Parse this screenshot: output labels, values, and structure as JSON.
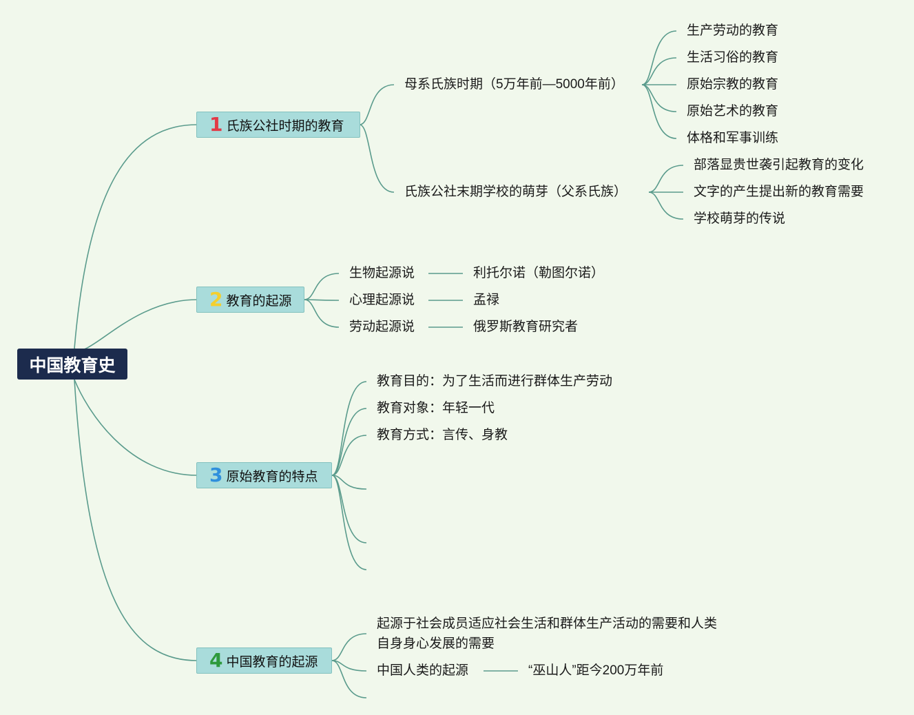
{
  "root": {
    "label": "中国教育史"
  },
  "topics": [
    {
      "number": "1",
      "number_color": "#e23a47",
      "label": "氏族公社时期的教育"
    },
    {
      "number": "2",
      "number_color": "#f4cf2e",
      "label": "教育的起源"
    },
    {
      "number": "3",
      "number_color": "#2f8fdc",
      "label": "原始教育的特点"
    },
    {
      "number": "4",
      "number_color": "#2e9a3c",
      "label": "中国教育的起源"
    }
  ],
  "t1": {
    "sub1": {
      "label": "母系氏族时期（5万年前—5000年前）",
      "items": [
        "生产劳动的教育",
        "生活习俗的教育",
        "原始宗教的教育",
        "原始艺术的教育",
        "体格和军事训练"
      ]
    },
    "sub2": {
      "label": "氏族公社末期学校的萌芽（父系氏族）",
      "items": [
        "部落显贵世袭引起教育的变化",
        "文字的产生提出新的教育需要",
        "学校萌芽的传说"
      ]
    }
  },
  "t2": {
    "items": [
      {
        "label": "生物起源说",
        "detail": "利托尔诺（勒图尔诺）"
      },
      {
        "label": "心理起源说",
        "detail": "孟禄"
      },
      {
        "label": "劳动起源说",
        "detail": "俄罗斯教育研究者"
      }
    ]
  },
  "t3": {
    "items": [
      "教育目的：为了生活而进行群体生产劳动",
      "教育对象：年轻一代",
      "教育方式：言传、身教"
    ]
  },
  "t4": {
    "item1": "起源于社会成员适应社会生活和群体生产活动的需要和人类自身身心发展的需要",
    "item2": {
      "label": "中国人类的起源",
      "detail": "“巫山人”距今200万年前"
    }
  },
  "colors": {
    "background": "#f1f8ec",
    "root": "#1c2b4d",
    "topic": "#a9dcdb",
    "line": "#5a9b8c"
  }
}
